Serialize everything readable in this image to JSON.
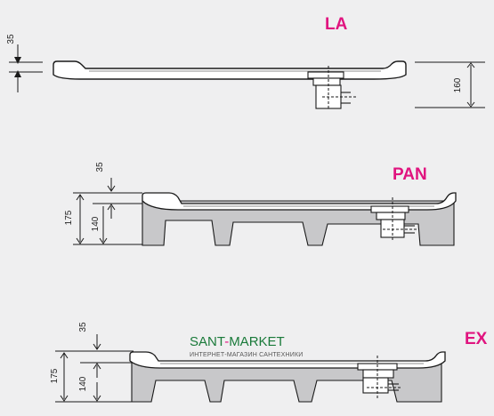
{
  "colors": {
    "background": "#efeff0",
    "label": "#e0147f",
    "outline": "#1a1a1a",
    "fill": "#ffffff",
    "shadow": "#c8c8ca",
    "watermark_green": "#1a7a3a"
  },
  "models": [
    {
      "name": "LA",
      "dims": {
        "rim": "35",
        "total": "160"
      }
    },
    {
      "name": "PAN",
      "dims": {
        "rim": "35",
        "total": "175",
        "inner": "140"
      }
    },
    {
      "name": "EX",
      "dims": {
        "rim": "35",
        "total": "175",
        "inner": "140"
      }
    }
  ],
  "watermark": {
    "brand_a": "SANT",
    "brand_sep": "-",
    "brand_b": "MARKET",
    "tagline": "ИНТЕРНЕТ-МАГАЗИН САНТЕХНИКИ"
  }
}
